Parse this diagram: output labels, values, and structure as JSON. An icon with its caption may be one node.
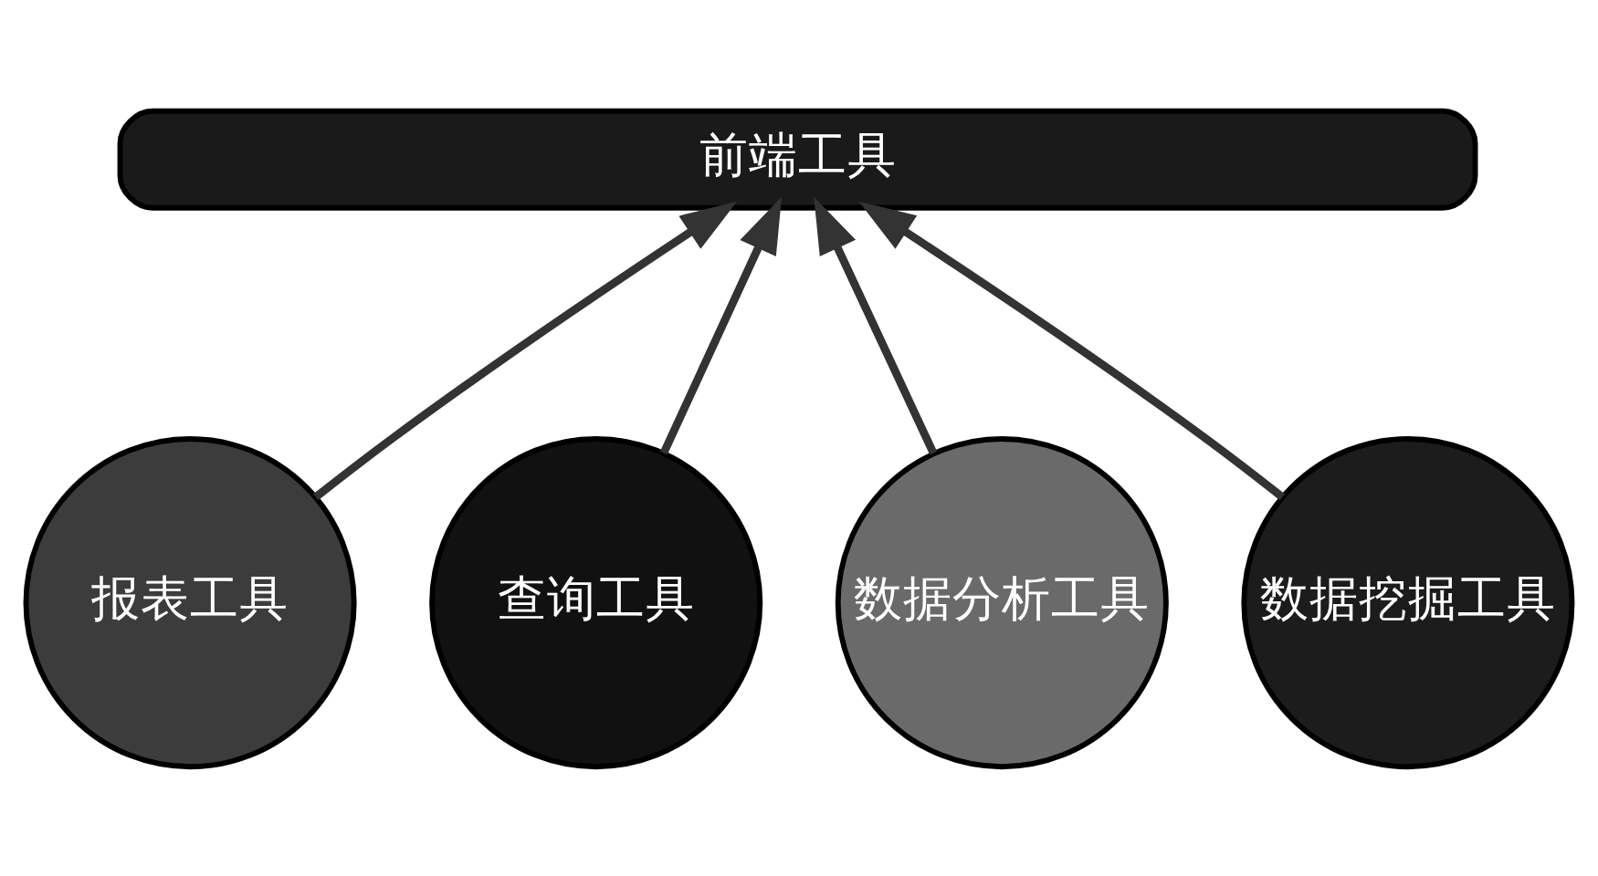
{
  "diagram": {
    "nodes": [
      {
        "text": [
          "前端工具"
        ]
      },
      {
        "text": [
          "报表工具"
        ]
      },
      {
        "text": [
          "查询工具"
        ]
      },
      {
        "text": [
          "数据分析工具"
        ]
      },
      {
        "text": [
          "数据挖掘工具"
        ]
      }
    ],
    "edges": [
      {
        "from": 1,
        "to": 0,
        "arrow": "to"
      },
      {
        "from": 2,
        "to": 0,
        "arrow": "to"
      },
      {
        "from": 3,
        "to": 0,
        "arrow": "to"
      },
      {
        "from": 4,
        "to": 0,
        "arrow": "to"
      }
    ]
  }
}
